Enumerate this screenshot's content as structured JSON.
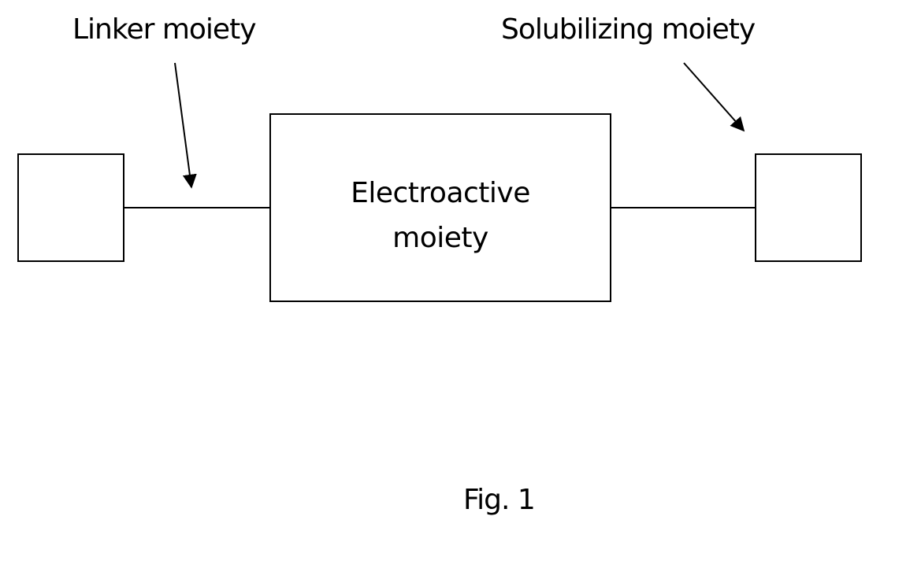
{
  "diagram": {
    "labels": {
      "linker": "Linker moiety",
      "solubilizing": "Solubilizing moiety",
      "electroactive_line1": "Electroactive",
      "electroactive_line2": "moiety",
      "figure_caption": "Fig. 1"
    },
    "colors": {
      "stroke": "#000000",
      "background": "#ffffff"
    }
  }
}
